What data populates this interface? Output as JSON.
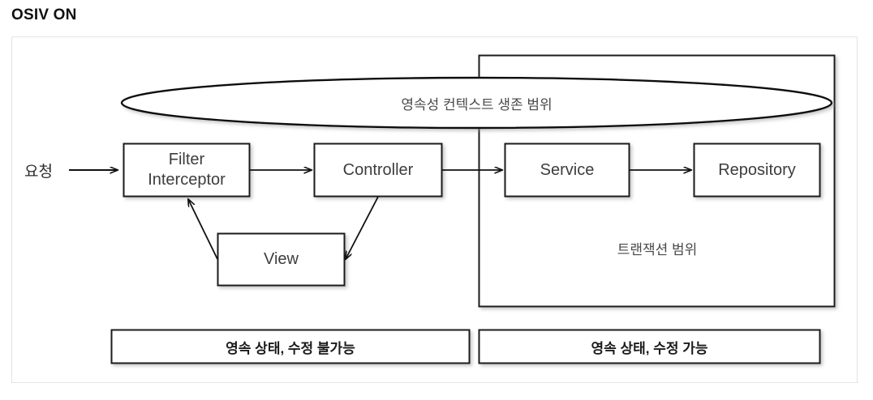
{
  "page": {
    "title": "OSIV ON"
  },
  "diagram": {
    "type": "flow-diagram",
    "request_label": "요청",
    "persistence_scope_label": "영속성 컨텍스트 생존 범위",
    "transaction_scope_label": "트랜잭션 범위",
    "nodes": [
      {
        "id": "filter-interceptor",
        "label": "Filter\nInterceptor"
      },
      {
        "id": "controller",
        "label": "Controller"
      },
      {
        "id": "view",
        "label": "View"
      },
      {
        "id": "service",
        "label": "Service"
      },
      {
        "id": "repository",
        "label": "Repository"
      }
    ],
    "state_bars": [
      {
        "id": "readonly-state",
        "label": "영속 상태, 수정 불가능"
      },
      {
        "id": "writable-state",
        "label": "영속 상태, 수정 가능"
      }
    ],
    "colors": {
      "frame_border": "#e3e3e3",
      "shape_stroke": "#1b1b1b",
      "shape_fill": "#ffffff",
      "node_text": "#3d3d3d",
      "scope_text": "#4a4a4a",
      "state_text": "#1b1b1b",
      "title_text": "#111111",
      "background": "#ffffff"
    }
  }
}
